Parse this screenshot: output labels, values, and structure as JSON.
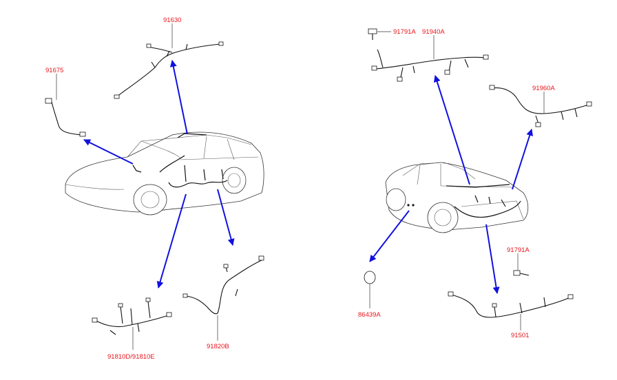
{
  "colors": {
    "label_red": "#e8141b",
    "arrow_blue": "#1010e0",
    "line_black": "#111111"
  },
  "labels": {
    "p91630": "91630",
    "p91675": "91675",
    "p91810": "91810D/91810E",
    "p91820b": "91820B",
    "p91791a_top": "91791A",
    "p91940a": "91940A",
    "p91960a": "91960A",
    "p86439a": "86439A",
    "p91791a_bottom": "91791A",
    "p91501": "91501"
  }
}
